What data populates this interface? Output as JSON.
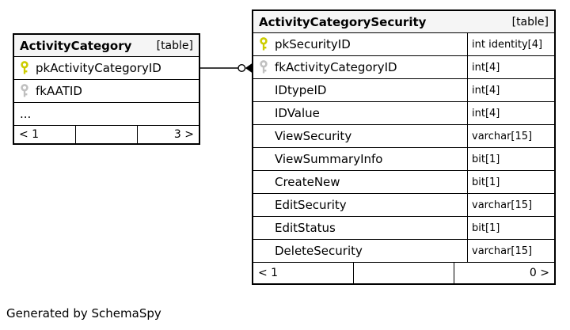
{
  "footer_note": "Generated by SchemaSpy",
  "relationship": {
    "from": "ActivityCategory.pkActivityCategoryID",
    "to": "ActivityCategorySecurity.fkActivityCategoryID"
  },
  "colors": {
    "primary_key": "#cccc00",
    "foreign_key": "#c0c0c0",
    "header_bg": "#f5f5f5",
    "border": "#000000"
  },
  "tables": {
    "left": {
      "title": "ActivityCategory",
      "tag": "[table]",
      "rows": [
        {
          "key": "primary",
          "name": "pkActivityCategoryID"
        },
        {
          "key": "foreign",
          "name": "fkAATID"
        },
        {
          "key": "none",
          "name": "..."
        }
      ],
      "pager": {
        "prev": "< 1",
        "mid": "",
        "next": "3 >"
      }
    },
    "right": {
      "title": "ActivityCategorySecurity",
      "tag": "[table]",
      "rows": [
        {
          "key": "primary",
          "name": "pkSecurityID",
          "type": "int identity[4]"
        },
        {
          "key": "foreign",
          "name": "fkActivityCategoryID",
          "type": "int[4]"
        },
        {
          "key": "none",
          "name": "IDtypeID",
          "type": "int[4]"
        },
        {
          "key": "none",
          "name": "IDValue",
          "type": "int[4]"
        },
        {
          "key": "none",
          "name": "ViewSecurity",
          "type": "varchar[15]"
        },
        {
          "key": "none",
          "name": "ViewSummaryInfo",
          "type": "bit[1]"
        },
        {
          "key": "none",
          "name": "CreateNew",
          "type": "bit[1]"
        },
        {
          "key": "none",
          "name": "EditSecurity",
          "type": "varchar[15]"
        },
        {
          "key": "none",
          "name": "EditStatus",
          "type": "bit[1]"
        },
        {
          "key": "none",
          "name": "DeleteSecurity",
          "type": "varchar[15]"
        }
      ],
      "pager": {
        "prev": "< 1",
        "mid": "",
        "next": "0 >"
      }
    }
  }
}
